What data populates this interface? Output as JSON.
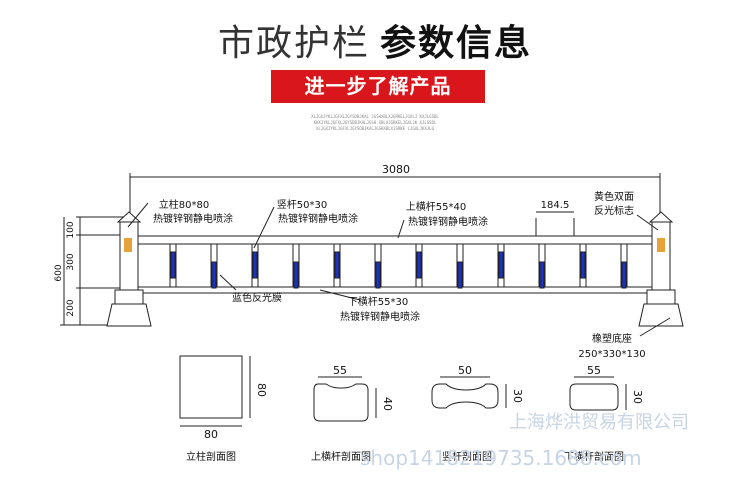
{
  "header": {
    "title_light": "市政护栏",
    "title_bold": "参数信息",
    "banner": "进一步了解产品",
    "fine_print": [
      "XLJGXJYKLJGFXLJGYSDBJKAL JGSHXBLXJGRKELJGXLJ KXJLGSDL",
      "KHXJYKLJGFXLJGYSDBJKALJGSH XBLXJGRKELJGXLJK XJLGSDL",
      "XLJGXJYKLJGFXLJGYSDBJKALJGSHXBLXJGRKE LJGXLJKXJLG"
    ]
  },
  "diagram": {
    "total_width": "3080",
    "heights": [
      "100",
      "300",
      "200"
    ],
    "total_height": "600",
    "spacing": "184.5",
    "labels": {
      "post": "立柱80*80",
      "post_finish": "热镀锌钢静电喷涂",
      "upright": "竖杆50*30",
      "upright_finish": "热镀锌钢静电喷涂",
      "top_rail": "上横杆55*40",
      "top_rail_finish": "热镀锌钢静电喷涂",
      "reflector": "黄色双面",
      "reflector_2": "反光标志",
      "blue_film": "蓝色反光膜",
      "bottom_rail": "下横杆55*30",
      "bottom_rail_finish": "热镀锌钢静电喷涂",
      "base": "橡塑底座",
      "base_size": "250*330*130"
    }
  },
  "sections": [
    {
      "caption": "立柱剖面图",
      "w": "80",
      "h": "80"
    },
    {
      "caption": "上横杆剖面图",
      "w": "55",
      "h": "40"
    },
    {
      "caption": "竖杆剖面图",
      "w": "50",
      "h": "30"
    },
    {
      "caption": "下横杆剖面图",
      "w": "55",
      "h": "30"
    }
  ],
  "watermark": {
    "company": "上海烨洪贸易有限公司",
    "shop": "shop1418219735.1688.com"
  },
  "colors": {
    "banner": "#d8161c",
    "blue_film": "#1b32c8",
    "reflector": "#e8a23a"
  }
}
